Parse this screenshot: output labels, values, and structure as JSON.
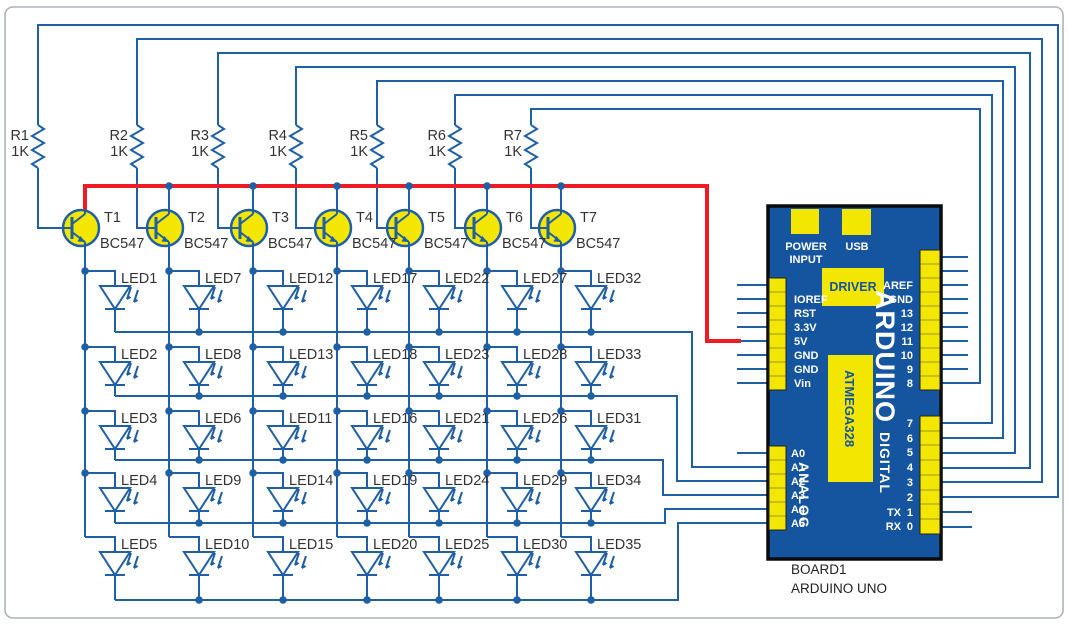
{
  "colors": {
    "wire_blue": "#1f5fa5",
    "power_red": "#ed1c24",
    "board_blue": "#15549e",
    "pad_yellow": "#f3e600"
  },
  "resistors": [
    {
      "ref": "R1",
      "value": "1K"
    },
    {
      "ref": "R2",
      "value": "1K"
    },
    {
      "ref": "R3",
      "value": "1K"
    },
    {
      "ref": "R4",
      "value": "1K"
    },
    {
      "ref": "R5",
      "value": "1K"
    },
    {
      "ref": "R6",
      "value": "1K"
    },
    {
      "ref": "R7",
      "value": "1K"
    }
  ],
  "transistors": [
    {
      "ref": "T1",
      "part": "BC547"
    },
    {
      "ref": "T2",
      "part": "BC547"
    },
    {
      "ref": "T3",
      "part": "BC547"
    },
    {
      "ref": "T4",
      "part": "BC547"
    },
    {
      "ref": "T5",
      "part": "BC547"
    },
    {
      "ref": "T6",
      "part": "BC547"
    },
    {
      "ref": "T7",
      "part": "BC547"
    }
  ],
  "led_rows": [
    [
      "LED1",
      "LED7",
      "LED12",
      "LED17",
      "LED22",
      "LED27",
      "LED32"
    ],
    [
      "LED2",
      "LED8",
      "LED13",
      "LED18",
      "LED23",
      "LED28",
      "LED33"
    ],
    [
      "LED3",
      "LED6",
      "LED11",
      "LED16",
      "LED21",
      "LED26",
      "LED31"
    ],
    [
      "LED4",
      "LED9",
      "LED14",
      "LED19",
      "LED24",
      "LED29",
      "LED34"
    ],
    [
      "LED5",
      "LED10",
      "LED15",
      "LED20",
      "LED25",
      "LED30",
      "LED35"
    ]
  ],
  "board": {
    "ref": "BOARD1",
    "name": "ARDUINO UNO",
    "brand": "ARDUINO",
    "power_block_line1": "POWER",
    "power_block_line2": "INPUT",
    "usb_label": "USB",
    "driver_label": "DRIVER",
    "mcu_label": "ATMEGA328",
    "digital_label": "DIGITAL",
    "analog_label": "ANALOG",
    "power_pins": [
      "IOREF",
      "RST",
      "3.3V",
      "5V",
      "GND",
      "GND",
      "Vin"
    ],
    "analog_pins": [
      "A0",
      "A1",
      "A2",
      "A3",
      "A4",
      "A5"
    ],
    "digital_top_pins": [
      "AREF",
      "GND",
      "13",
      "12",
      "11",
      "10",
      "9",
      "8"
    ],
    "digital_bottom_pins": [
      "7",
      "6",
      "5",
      "4",
      "3",
      "2"
    ],
    "serial_pins": [
      {
        "label": "TX",
        "num": "1"
      },
      {
        "label": "RX",
        "num": "0"
      }
    ]
  }
}
